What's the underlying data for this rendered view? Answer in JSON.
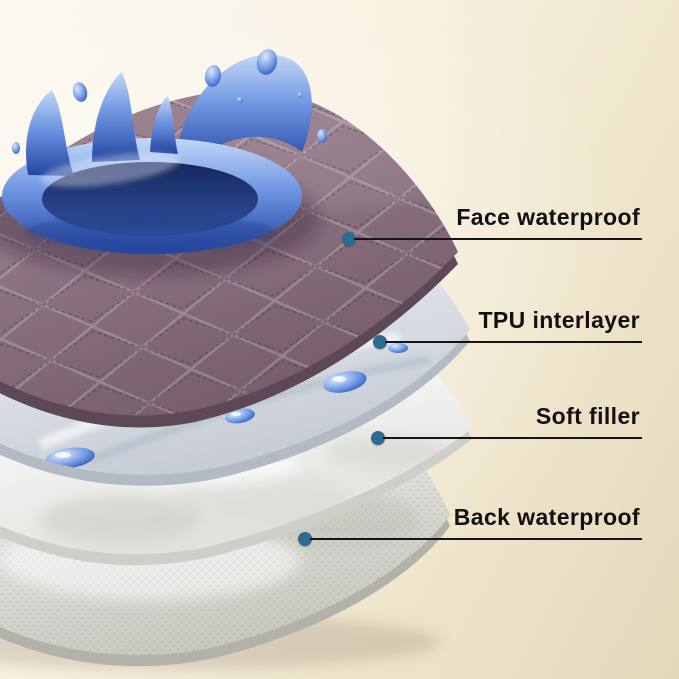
{
  "callouts": [
    {
      "label": "Face waterproof"
    },
    {
      "label": "TPU interlayer"
    },
    {
      "label": "Soft filler"
    },
    {
      "label": "Back waterproof"
    }
  ],
  "palette": {
    "background": "#f1e8d2",
    "callout_dot": "#2e6b90",
    "callout_line": "#151515",
    "label_text": "#111111",
    "face_layer_mauve": "#8d7382",
    "tpu_layer": "#dde1e7",
    "soft_filler": "#f4f4f2",
    "back_layer": "#dedeD8",
    "water_blue": "#2a4cae"
  }
}
